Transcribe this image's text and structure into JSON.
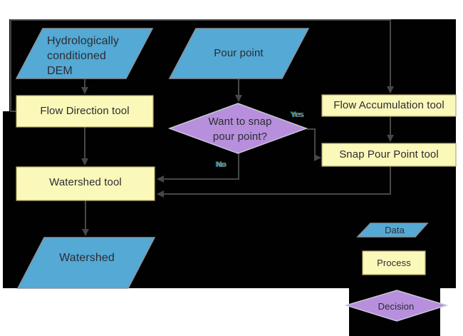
{
  "nodes": {
    "dem": {
      "lines": [
        "Hydrologically",
        "conditioned",
        "DEM"
      ]
    },
    "pour_point": {
      "label": "Pour point"
    },
    "flow_direction": {
      "label": "Flow Direction tool"
    },
    "decision": {
      "lines": [
        "Want to snap",
        "pour point?"
      ]
    },
    "flow_accumulation": {
      "label": "Flow Accumulation tool"
    },
    "snap_pour_point": {
      "label": "Snap Pour Point tool"
    },
    "watershed_tool": {
      "label": "Watershed tool"
    },
    "watershed": {
      "label": "Watershed"
    }
  },
  "edges": {
    "yes": "Yes",
    "no": "No"
  },
  "legend": {
    "data": "Data",
    "process": "Process",
    "decision": "Decision"
  },
  "colors": {
    "background": "#010101",
    "data_fill": "#54a9d5",
    "process_fill": "#fbf9ba",
    "decision_fill": "#b78fdc",
    "connector": "#474747"
  }
}
